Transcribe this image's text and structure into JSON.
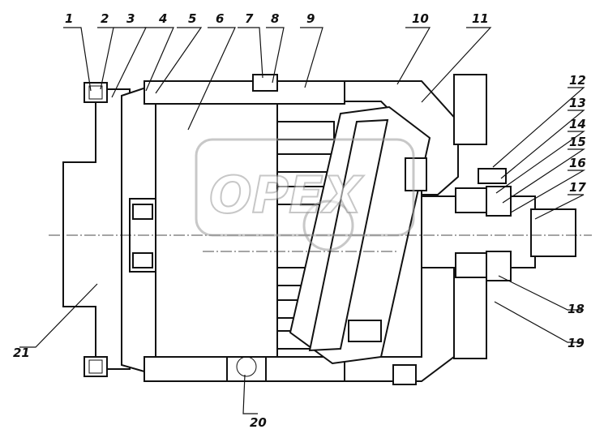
{
  "watermark": {
    "text": "OPEX"
  },
  "callouts": [
    {
      "id": "1",
      "label": "1"
    },
    {
      "id": "2",
      "label": "2"
    },
    {
      "id": "3",
      "label": "3"
    },
    {
      "id": "4",
      "label": "4"
    },
    {
      "id": "5",
      "label": "5"
    },
    {
      "id": "6",
      "label": "6"
    },
    {
      "id": "7",
      "label": "7"
    },
    {
      "id": "8",
      "label": "8"
    },
    {
      "id": "9",
      "label": "9"
    },
    {
      "id": "10",
      "label": "10"
    },
    {
      "id": "11",
      "label": "11"
    },
    {
      "id": "12",
      "label": "12"
    },
    {
      "id": "13",
      "label": "13"
    },
    {
      "id": "14",
      "label": "14"
    },
    {
      "id": "15",
      "label": "15"
    },
    {
      "id": "16",
      "label": "16"
    },
    {
      "id": "17",
      "label": "17"
    },
    {
      "id": "18",
      "label": "18"
    },
    {
      "id": "19",
      "label": "19"
    },
    {
      "id": "20",
      "label": "20"
    },
    {
      "id": "21",
      "label": "21"
    }
  ]
}
